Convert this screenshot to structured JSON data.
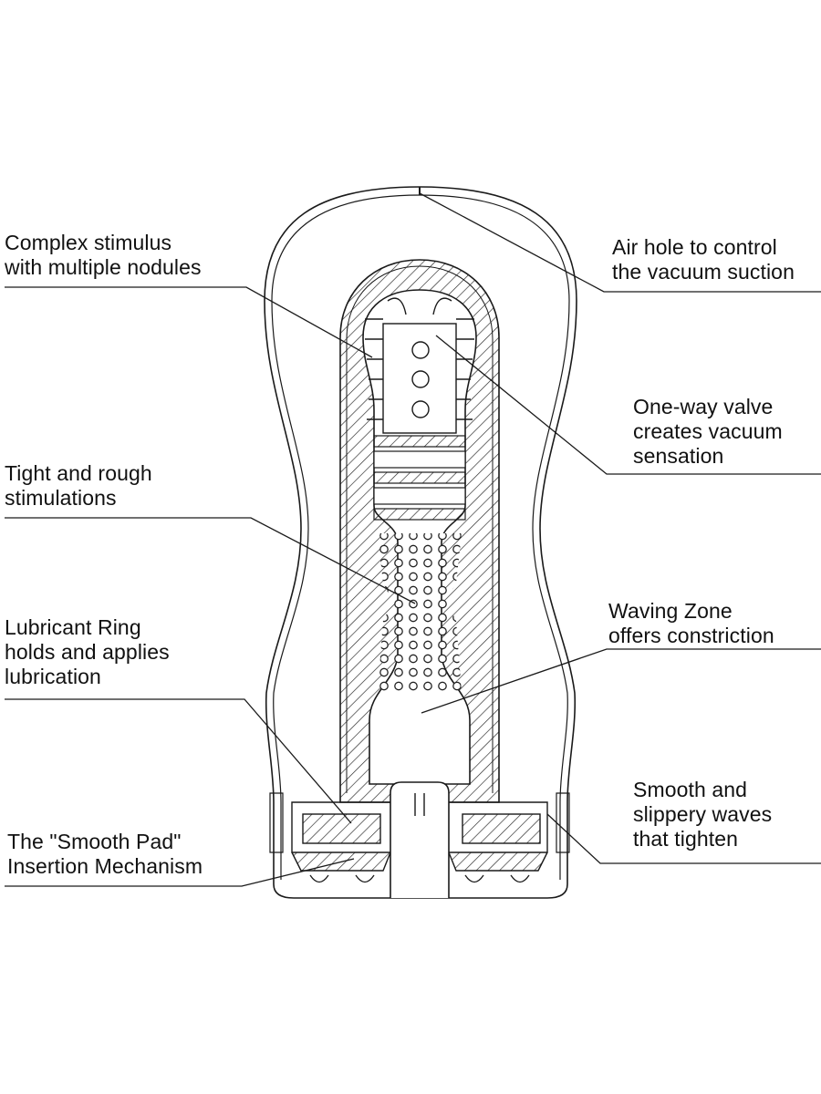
{
  "colors": {
    "line": "#1a1a1a",
    "background": "#ffffff"
  },
  "callouts": [
    {
      "id": "complex-stimulus",
      "lines": [
        "Complex stimulus",
        "with multiple nodules"
      ]
    },
    {
      "id": "air-hole",
      "lines": [
        "Air hole to control",
        "the vacuum suction"
      ]
    },
    {
      "id": "one-way-valve",
      "lines": [
        "One-way valve",
        "creates vacuum",
        "sensation"
      ]
    },
    {
      "id": "tight-rough",
      "lines": [
        "Tight and rough",
        "stimulations"
      ]
    },
    {
      "id": "lubricant-ring",
      "lines": [
        "Lubricant Ring",
        "holds and applies",
        "lubrication"
      ]
    },
    {
      "id": "waving-zone",
      "lines": [
        "Waving Zone",
        "offers constriction"
      ]
    },
    {
      "id": "smooth-slippery",
      "lines": [
        "Smooth and",
        "slippery waves",
        "that tighten"
      ]
    },
    {
      "id": "smooth-pad",
      "lines": [
        "The \"Smooth Pad\"",
        "Insertion Mechanism"
      ]
    }
  ]
}
